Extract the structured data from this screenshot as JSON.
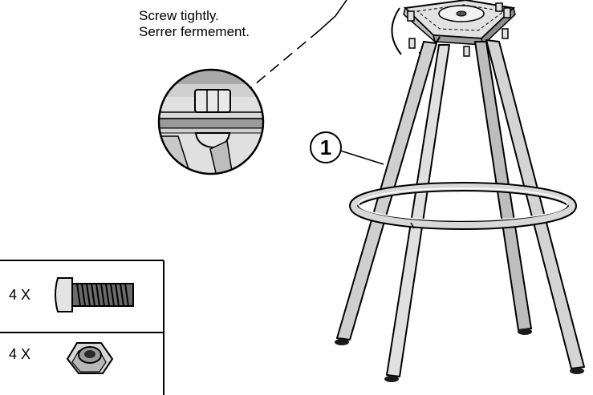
{
  "instructions": {
    "line_en": "Screw tightly.",
    "line_fr": "Serrer fermement."
  },
  "callout": {
    "number": "1"
  },
  "parts_table": {
    "rows": [
      {
        "quantity": "4 X",
        "part_icon": "bolt-icon"
      },
      {
        "quantity": "4 X",
        "part_icon": "hex-nut-icon"
      }
    ]
  },
  "colors": {
    "line": "#000000",
    "metal_light": "#e6e6e6",
    "metal_mid": "#bdbdbd",
    "metal_dark": "#7a7a7a",
    "background": "#ffffff"
  }
}
